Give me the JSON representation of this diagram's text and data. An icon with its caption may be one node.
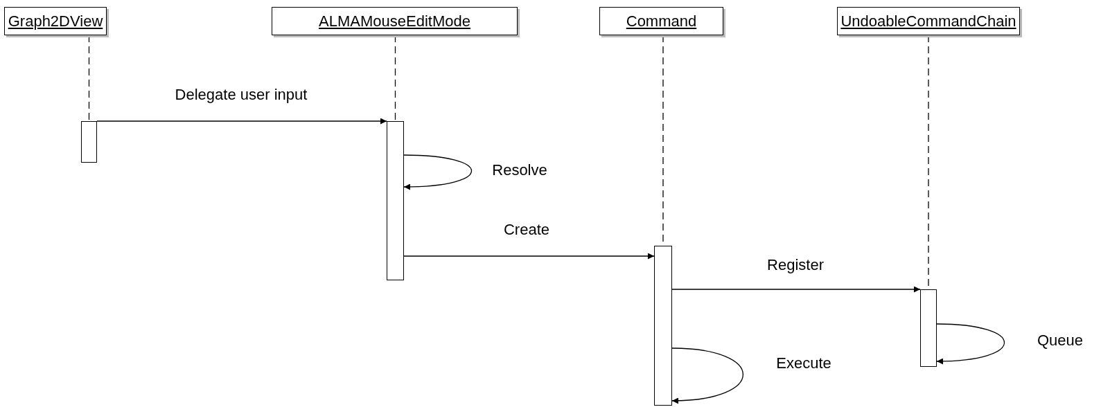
{
  "diagram": {
    "nodes": [
      {
        "text": [
          "Graph2DView"
        ]
      },
      {
        "text": [
          "ALMAMouseEditMode"
        ]
      },
      {
        "text": [
          "Command"
        ]
      },
      {
        "text": [
          "UndoableCommandChain"
        ]
      },
      {
        "text": [],
        "shape": "bar"
      },
      {
        "text": [],
        "shape": "bar"
      },
      {
        "text": [],
        "shape": "bar"
      },
      {
        "text": [],
        "shape": "bar"
      }
    ],
    "edges": [
      {
        "from": 0,
        "to": 4,
        "arrow": "none",
        "style": "dashed"
      },
      {
        "from": 1,
        "to": 5,
        "arrow": "none",
        "style": "dashed"
      },
      {
        "from": 2,
        "to": 6,
        "arrow": "none",
        "style": "dashed"
      },
      {
        "from": 3,
        "to": 7,
        "arrow": "none",
        "style": "dashed"
      },
      {
        "from": 4,
        "to": 5,
        "arrow": "to",
        "label": "Delegate user input"
      },
      {
        "from": 5,
        "to": 5,
        "arrow": "to",
        "label": "Resolve"
      },
      {
        "from": 5,
        "to": 6,
        "arrow": "to",
        "label": "Create"
      },
      {
        "from": 6,
        "to": 7,
        "arrow": "to",
        "label": "Register"
      },
      {
        "from": 7,
        "to": 7,
        "arrow": "to",
        "label": "Queue"
      },
      {
        "from": 6,
        "to": 6,
        "arrow": "to",
        "label": "Execute"
      }
    ]
  }
}
